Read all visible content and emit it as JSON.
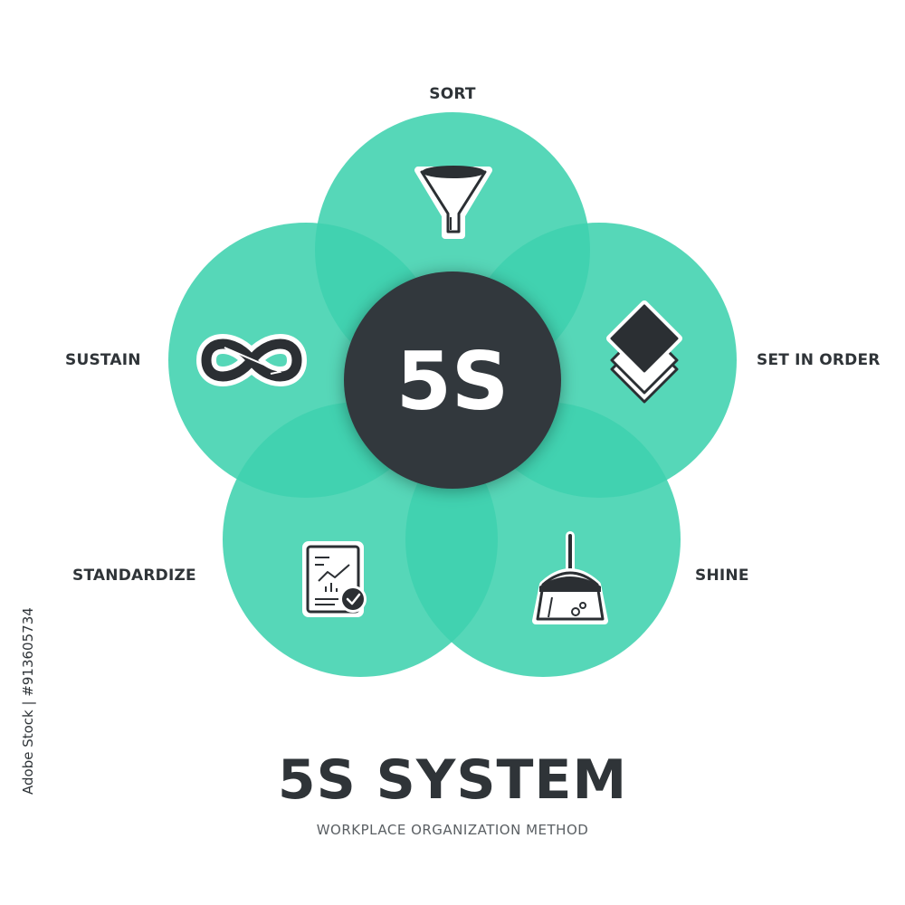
{
  "center": {
    "label": "5S"
  },
  "petals": [
    {
      "id": "sort",
      "label": "SORT",
      "icon": "funnel-icon"
    },
    {
      "id": "set-in-order",
      "label": "SET IN ORDER",
      "icon": "stacked-layers-icon"
    },
    {
      "id": "shine",
      "label": "SHINE",
      "icon": "broom-icon"
    },
    {
      "id": "standardize",
      "label": "STANDARDIZE",
      "icon": "document-check-icon"
    },
    {
      "id": "sustain",
      "label": "SUSTAIN",
      "icon": "infinity-cycle-icon"
    }
  ],
  "title": "5S SYSTEM",
  "subtitle": "WORKPLACE ORGANIZATION METHOD",
  "credit": "Adobe Stock | #913605734",
  "colors": {
    "petal": "#3fd1ae",
    "center": "#33393d",
    "text": "#2f3438",
    "background": "#ffffff"
  }
}
